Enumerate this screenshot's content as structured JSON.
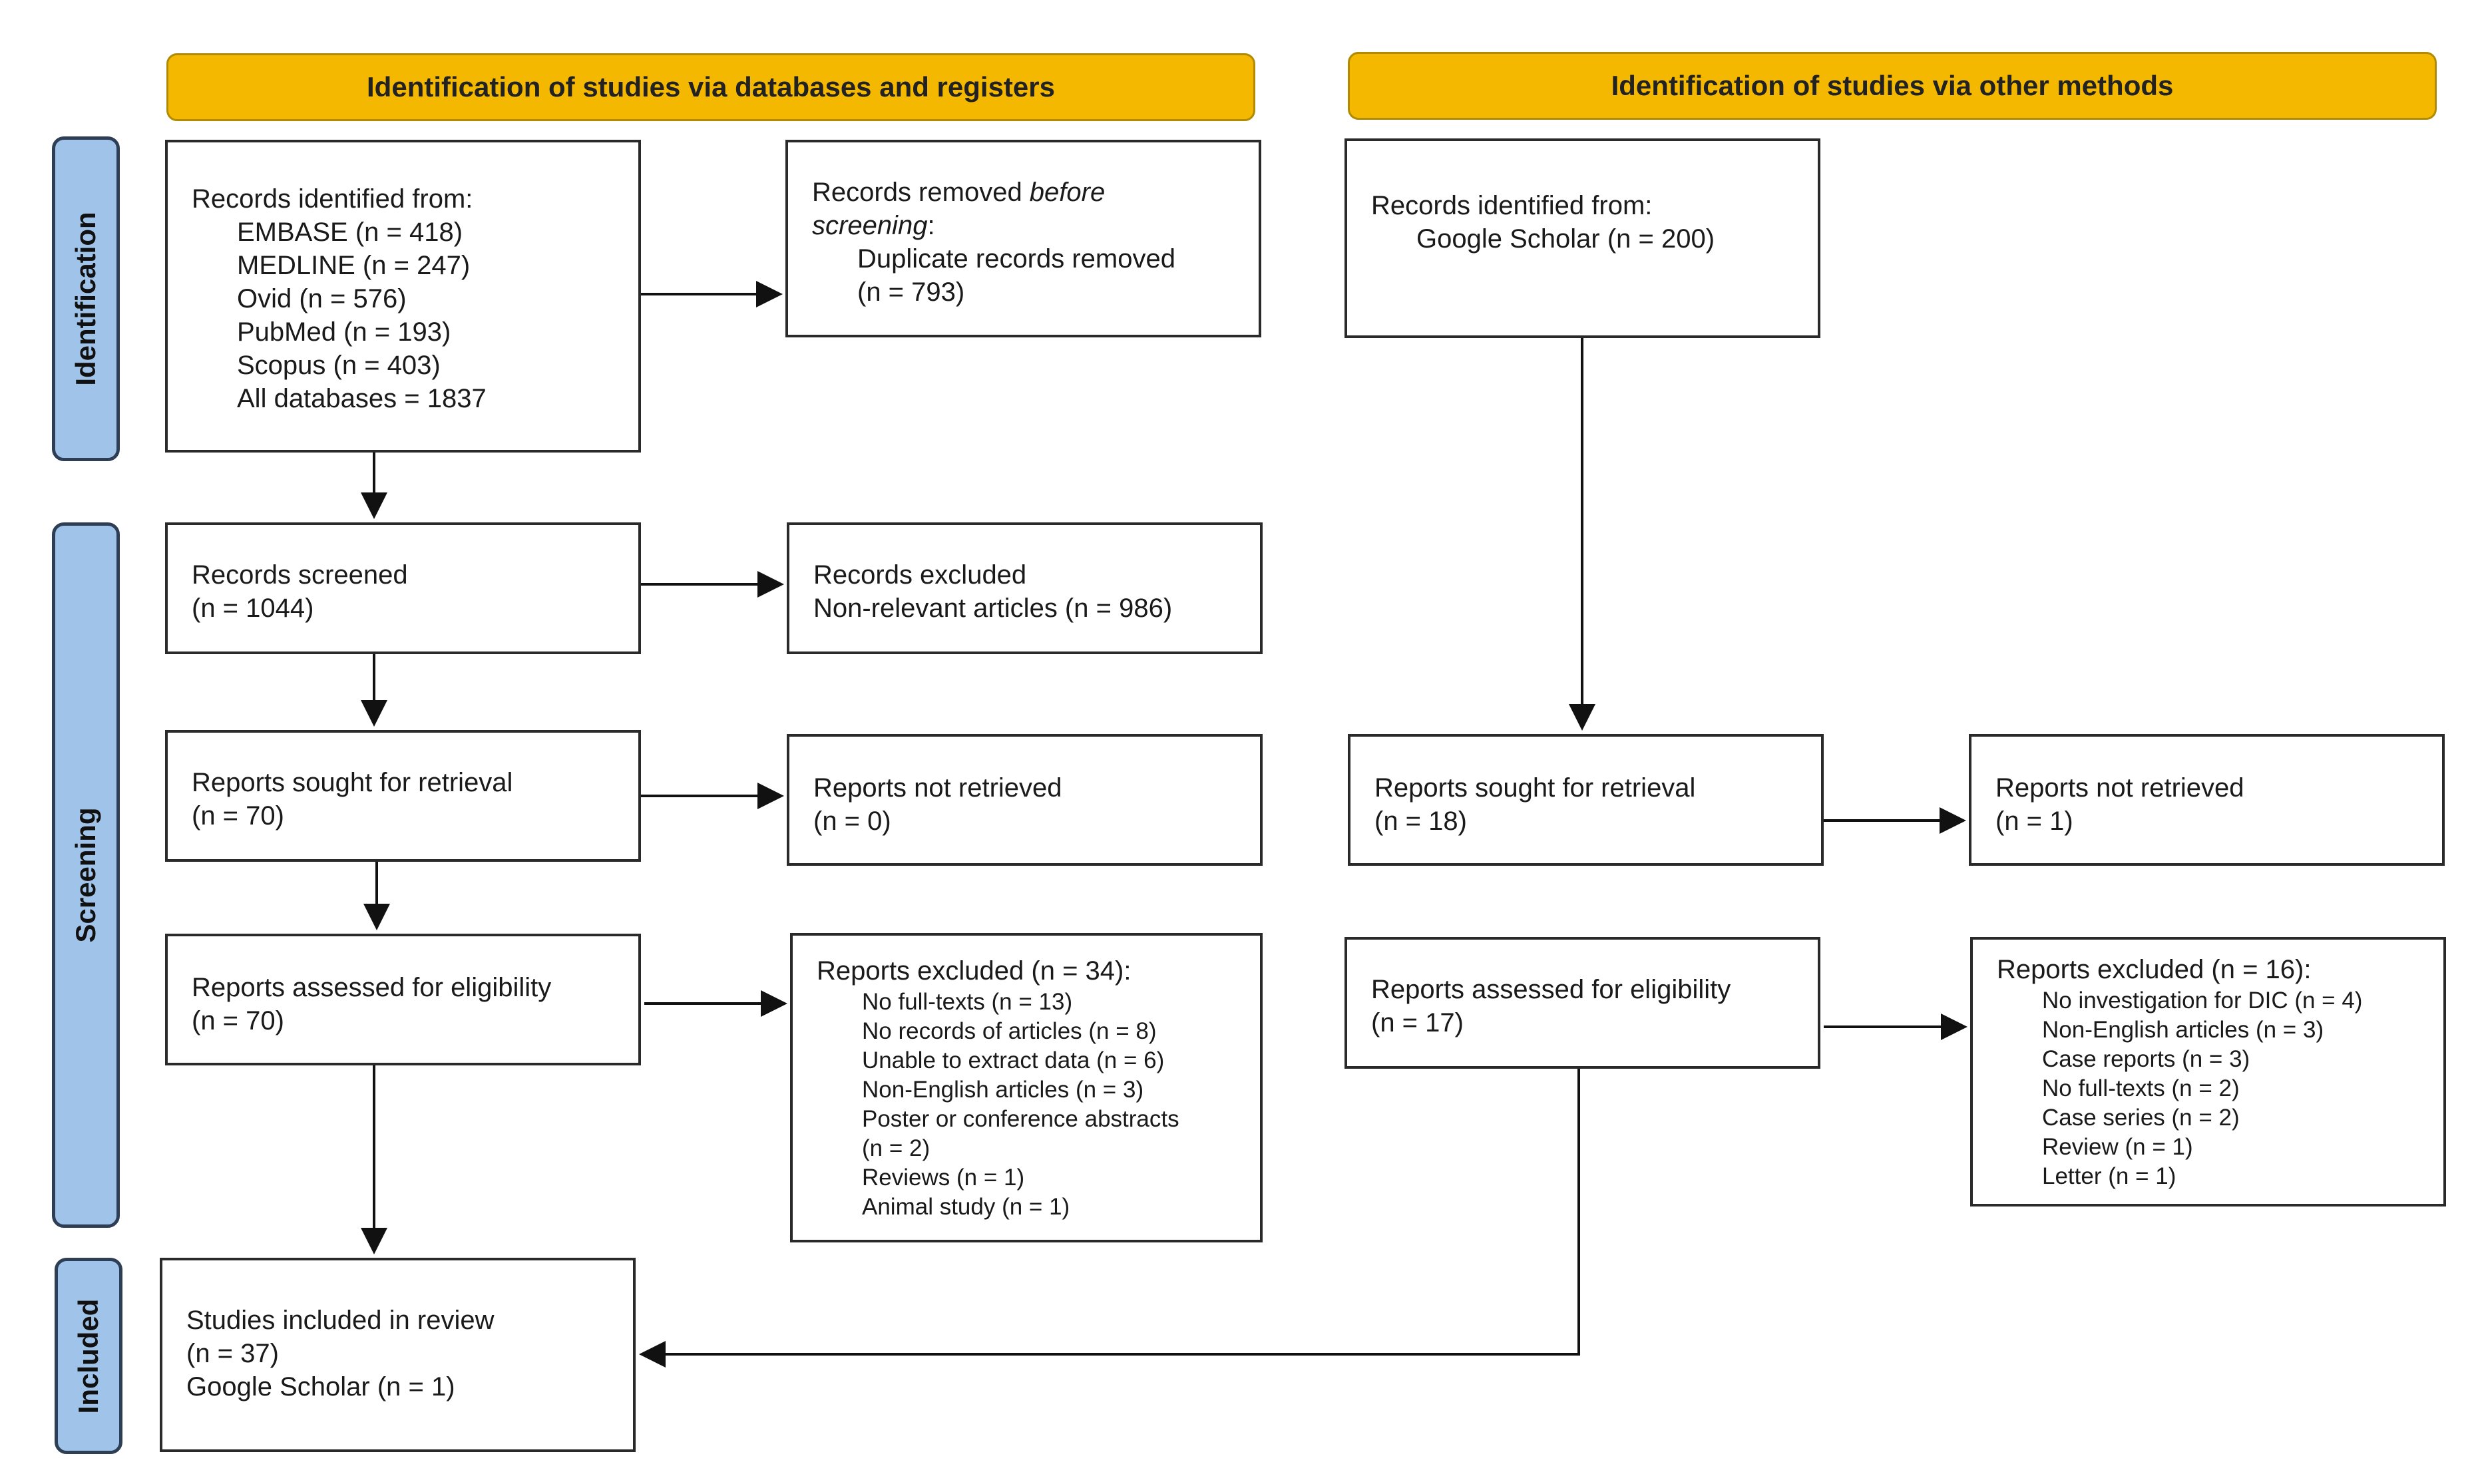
{
  "banners": {
    "left": "Identification of studies via databases and registers",
    "right": "Identification of studies via other methods"
  },
  "phases": {
    "identification": "Identification",
    "screening": "Screening",
    "included": "Included"
  },
  "db_records": {
    "title": "Records identified from:",
    "items": [
      "EMBASE (n = 418)",
      "MEDLINE (n = 247)",
      "Ovid (n = 576)",
      "PubMed (n = 193)",
      "Scopus (n = 403)",
      "All databases = 1837"
    ]
  },
  "removed": {
    "title_a": "Records removed ",
    "title_b": "before",
    "title_c": "screening",
    "title_d": ":",
    "line1": "Duplicate records removed",
    "line2": "(n = 793)"
  },
  "other_records": {
    "title": "Records identified from:",
    "item": "Google Scholar (n = 200)"
  },
  "screened": {
    "title": "Records screened",
    "n": "(n = 1044)"
  },
  "excluded1": {
    "title": "Records excluded",
    "detail": "Non-relevant articles (n = 986)"
  },
  "sought_left": {
    "title": "Reports sought for retrieval",
    "n": "(n = 70)"
  },
  "not_retrieved_left": {
    "title": "Reports not retrieved",
    "n": "(n = 0)"
  },
  "sought_right": {
    "title": "Reports sought for retrieval",
    "n": "(n = 18)"
  },
  "not_retrieved_right": {
    "title": "Reports not retrieved",
    "n": "(n = 1)"
  },
  "assessed_left": {
    "title": "Reports assessed for eligibility",
    "n": "(n = 70)"
  },
  "excluded_left": {
    "title": "Reports excluded (n = 34):",
    "items": [
      "No full-texts (n = 13)",
      "No records of articles (n = 8)",
      "Unable to extract data (n = 6)",
      "Non-English articles (n = 3)",
      "Poster or conference abstracts",
      "(n = 2)",
      "Reviews (n = 1)",
      "Animal study (n = 1)"
    ]
  },
  "assessed_right": {
    "title": "Reports assessed for eligibility",
    "n": "(n = 17)"
  },
  "excluded_right": {
    "title": "Reports excluded (n = 16):",
    "items": [
      "No investigation for DIC (n = 4)",
      "Non-English articles (n = 3)",
      "Case reports (n = 3)",
      "No full-texts (n = 2)",
      "Case series (n = 2)",
      "Review (n = 1)",
      "Letter (n = 1)"
    ]
  },
  "included": {
    "title": "Studies included in review",
    "n": "(n = 37)",
    "extra": "Google Scholar (n = 1)"
  }
}
